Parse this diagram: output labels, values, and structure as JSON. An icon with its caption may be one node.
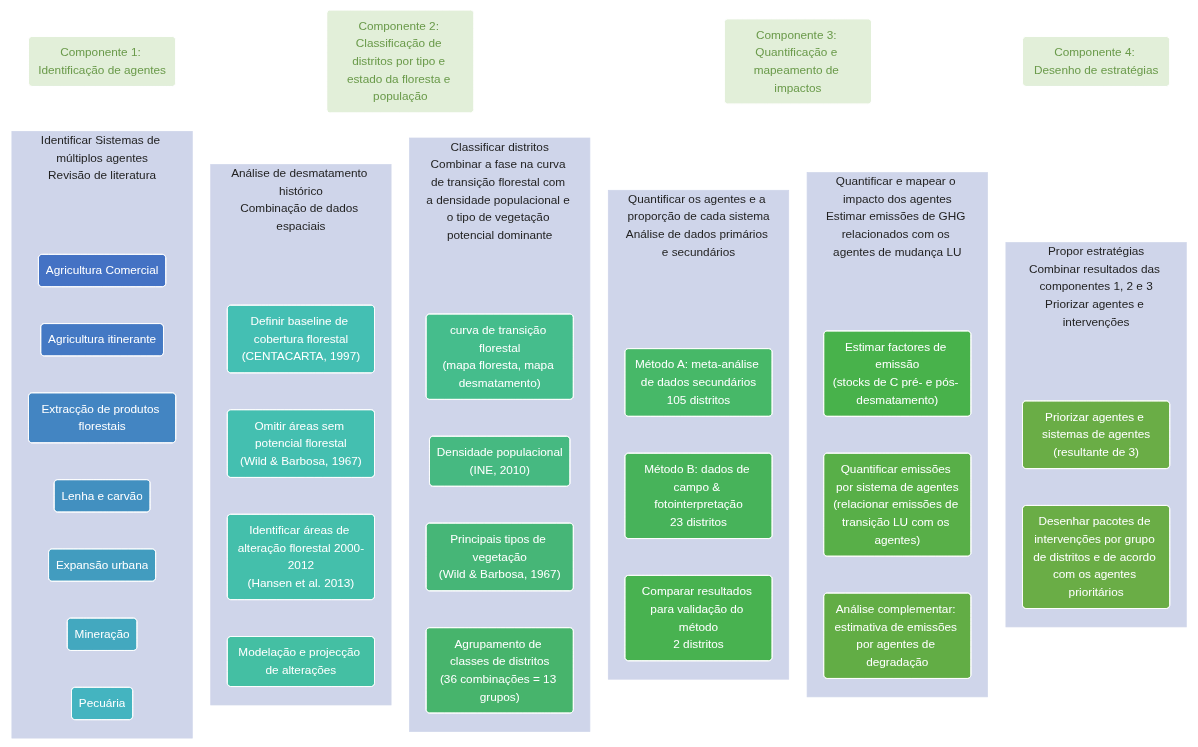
{
  "diagram": {
    "nodes": [
      {
        "text": [
          "Componente 1: Identificação de agentes"
        ]
      },
      {
        "text": [
          "Identificar Sistemas de múltiplos agentes",
          "Revisão de literatura"
        ]
      },
      {
        "text": [
          "Agricultura Comercial"
        ],
        "in": 1
      },
      {
        "text": [
          "Agricultura itinerante"
        ],
        "in": 1
      },
      {
        "text": [
          "Extracção de produtos florestais"
        ],
        "in": 1
      },
      {
        "text": [
          "Lenha e carvão"
        ],
        "in": 1
      },
      {
        "text": [
          "Expansão urbana"
        ],
        "in": 1
      },
      {
        "text": [
          "Mineração"
        ],
        "in": 1
      },
      {
        "text": [
          "Pecuária"
        ],
        "in": 1
      },
      {
        "text": [
          "Componente 2: Classificação de distritos por tipo e estado da floresta e população"
        ]
      },
      {
        "text": [
          "Análise de desmatamento histórico",
          "Combinação de dados espaciais"
        ]
      },
      {
        "text": [
          "Definir baseline de cobertura florestal",
          "(CENTACARTA, 1997)"
        ],
        "in": 10
      },
      {
        "text": [
          "Omitir áreas sem potencial florestal",
          "(Wild & Barbosa, 1967)"
        ],
        "in": 10
      },
      {
        "text": [
          "Identificar áreas de alteração florestal 2000-2012",
          "(Hansen et al. 2013)"
        ],
        "in": 10
      },
      {
        "text": [
          "Modelação e projecção de alterações"
        ],
        "in": 10
      },
      {
        "text": [
          "Classificar distritos",
          "Combinar a fase na curva de transição florestal com a densidade populacional e o tipo de vegetação potencial dominante"
        ]
      },
      {
        "text": [
          "curva de transição florestal",
          "(mapa floresta, mapa desmatamento)"
        ],
        "in": 15
      },
      {
        "text": [
          "Densidade populacional",
          "(INE, 2010)"
        ],
        "in": 15
      },
      {
        "text": [
          "Principais tipos de vegetação",
          "(Wild & Barbosa, 1967)"
        ],
        "in": 15
      },
      {
        "text": [
          "Agrupamento de classes de distritos",
          "(36 combinações = 13 grupos)"
        ],
        "in": 15
      },
      {
        "text": [
          "Componente 3: Quantificação e mapeamento de impactos"
        ]
      },
      {
        "text": [
          "Quantificar os agentes e a proporção de cada sistema",
          "Análise de dados primários e secundários"
        ]
      },
      {
        "text": [
          "Método A: meta-análise de dados secundários",
          "105 distritos"
        ],
        "in": 21
      },
      {
        "text": [
          "Método B: dados de campo & fotointerpretação",
          "23 distritos"
        ],
        "in": 21
      },
      {
        "text": [
          "Comparar resultados para validação do método",
          "2 distritos"
        ],
        "in": 21
      },
      {
        "text": [
          "Quantificar e mapear o impacto dos agentes",
          "Estimar emissões de GHG relacionados com os agentes de mudança LU"
        ]
      },
      {
        "text": [
          "Estimar factores de emissão",
          "(stocks de C pré- e pós- desmatamento)"
        ],
        "in": 25
      },
      {
        "text": [
          "Quantificar emissões por sistema de agentes",
          "(relacionar emissões de transição LU com os agentes)"
        ],
        "in": 25
      },
      {
        "text": [
          "Análise complementar: estimativa de emissões por agentes de degradação"
        ],
        "in": 25
      },
      {
        "text": [
          "Componente 4: Desenho de estratégias"
        ]
      },
      {
        "text": [
          "Propor estratégias",
          "Combinar resultados das componentes 1, 2 e 3",
          "Priorizar agentes e intervenções"
        ]
      },
      {
        "text": [
          "Priorizar agentes e sistemas de agentes",
          "(resultante de 3)"
        ],
        "in": 30
      },
      {
        "text": [
          "Desenhar pacotes de intervenções por grupo de distritos e de acordo com os agentes prioritários"
        ],
        "in": 30
      }
    ]
  }
}
